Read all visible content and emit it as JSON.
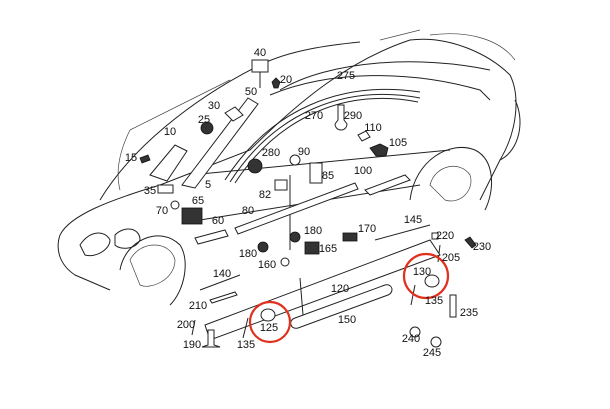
{
  "diagram": {
    "title": "Side trim / rocker panel parts diagram",
    "highlight_color": "#e0301e",
    "highlighted_parts": [
      "125",
      "130"
    ],
    "labels": [
      "40",
      "20",
      "50",
      "275",
      "30",
      "25",
      "290",
      "270",
      "10",
      "110",
      "105",
      "15",
      "280",
      "90",
      "85",
      "35",
      "5",
      "100",
      "82",
      "70",
      "65",
      "60",
      "80",
      "180",
      "170",
      "145",
      "220",
      "230",
      "165",
      "205",
      "180",
      "160",
      "140",
      "130",
      "135",
      "120",
      "210",
      "235",
      "200",
      "125",
      "150",
      "135",
      "240",
      "190",
      "245"
    ]
  }
}
